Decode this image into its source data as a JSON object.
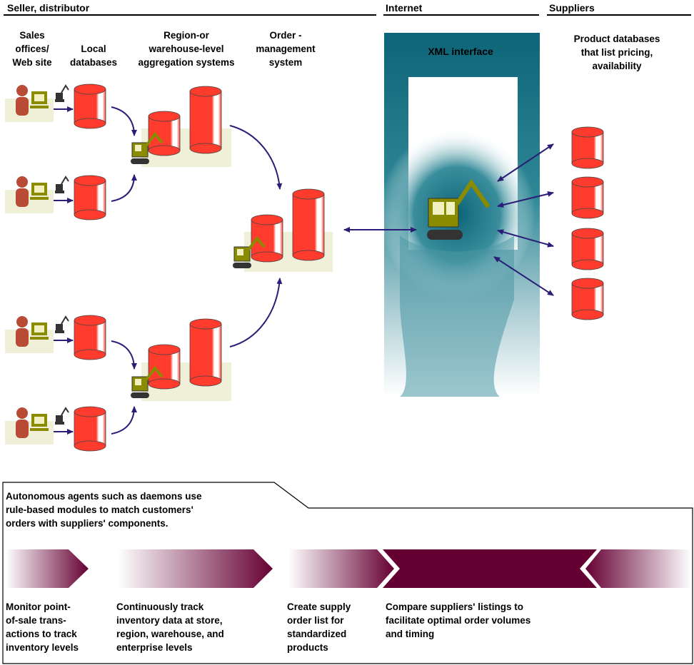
{
  "header": {
    "seller": "Seller,  distributor",
    "internet": "Internet",
    "suppliers": "Suppliers"
  },
  "columns": {
    "sales_offices": [
      "Sales",
      "offices/",
      "Web  site"
    ],
    "local_databases": [
      "Local",
      "databases"
    ],
    "region": [
      "Region-or",
      "warehouse-level",
      "aggregation  systems"
    ],
    "order_mgmt": [
      "Order -",
      "management",
      "system"
    ],
    "xml_interface": "XML  interface",
    "product_databases": [
      "Product  databases",
      "that  list  pricing,",
      "availability"
    ]
  },
  "callout": [
    "Autonomous  agents  such  as  daemons  use",
    "rule-based  modules  to  match  customers'",
    "orders  with  suppliers'  components."
  ],
  "steps": [
    [
      "Monitor  point-",
      "of-sale  trans-",
      "actions  to  track",
      "inventory  levels"
    ],
    [
      "Continuously  track",
      "inventory  data  at  store,",
      "region,  warehouse,  and",
      "enterprise  levels"
    ],
    [
      "Create  supply",
      "order  list  for",
      "standardized",
      "products"
    ],
    [
      "Compare  suppliers'  listings  to",
      "facilitate  optimal  order  volumes",
      "and  timing"
    ]
  ],
  "colors": {
    "cylinder": "#ff3b2e",
    "panel": "#f0f0d8",
    "arrow": "#2a1e78",
    "band_dark": "#650033",
    "xml_teal": "#0e6478",
    "person": "#b84a36",
    "computer": "#8b8b00"
  }
}
